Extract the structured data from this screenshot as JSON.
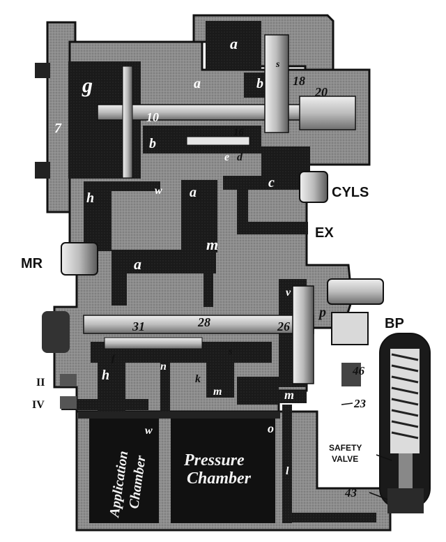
{
  "external_labels": {
    "cyls": "CYLS",
    "ex": "EX",
    "mr": "MR",
    "bp": "BP",
    "port_ii": "II",
    "port_iv": "IV",
    "safety_valve_line1": "SAFETY",
    "safety_valve_line2": "VALVE",
    "part_23": "23",
    "part_43": "43",
    "part_46": "46"
  },
  "chamber_labels": {
    "application_line1": "Application",
    "application_line2": "Chamber",
    "pressure_line1": "Pressure",
    "pressure_line2": "Chamber"
  },
  "passage_labels": {
    "a_top": "a",
    "a_upper_mid": "a",
    "a_right": "a",
    "a_lower": "a",
    "b_top": "b",
    "b_left": "b",
    "c": "c",
    "d": "d",
    "e": "e",
    "f": "f",
    "g": "g",
    "h_upper": "h",
    "h_lower": "h",
    "k": "k",
    "l": "l",
    "m_center": "m",
    "m_low1": "m",
    "m_low2": "m",
    "n": "n",
    "o": "o",
    "p": "p",
    "s_top": "s",
    "s_mid": "s",
    "v": "v",
    "w_upper": "w",
    "w_lower": "w",
    "num_10": "10",
    "num_16": "16",
    "num_18": "18",
    "num_20": "20",
    "num_26": "26",
    "num_28": "28",
    "num_31": "31",
    "num_7": "7"
  },
  "colors": {
    "body": "#8a8a8a",
    "passage": "#121212",
    "metal": "#d6d6d6",
    "ink": "#111111"
  }
}
